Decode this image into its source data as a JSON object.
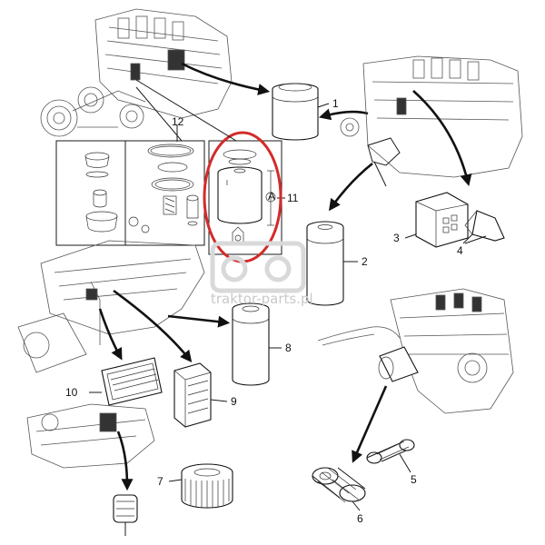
{
  "watermark": {
    "text": "traktor-parts.pl"
  },
  "callouts": {
    "c1": "1",
    "c2": "2",
    "c3": "3",
    "c4": "4",
    "c5": "5",
    "c6": "6",
    "c7": "7",
    "c8": "8",
    "c9": "9",
    "c10": "10",
    "c11": "11",
    "c12": "12",
    "dim_a": "A"
  },
  "colors": {
    "highlight_ring": "#d42a2a",
    "line_art": "#111111",
    "watermark": "#c9c9c9"
  }
}
